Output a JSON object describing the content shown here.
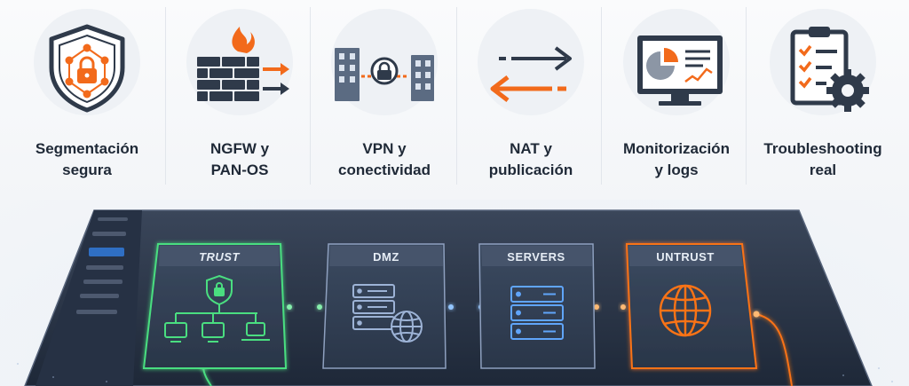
{
  "features": [
    {
      "id": "segmentacion",
      "line1": "Segmentación",
      "line2": "segura",
      "icon": "shield-lock-network-icon"
    },
    {
      "id": "ngfw",
      "line1": "NGFW y",
      "line2": "PAN-OS",
      "icon": "firewall-icon"
    },
    {
      "id": "vpn",
      "line1": "VPN y",
      "line2": "conectividad",
      "icon": "vpn-tunnel-icon"
    },
    {
      "id": "nat",
      "line1": "NAT y",
      "line2": "publicación",
      "icon": "swap-arrows-icon"
    },
    {
      "id": "monitor",
      "line1": "Monitorización",
      "line2": "y logs",
      "icon": "monitor-chart-icon"
    },
    {
      "id": "trouble",
      "line1": "Troubleshooting",
      "line2": "real",
      "icon": "checklist-gear-icon"
    }
  ],
  "zones": [
    {
      "id": "trust",
      "label": "TRUST",
      "color": "#4ade80",
      "icon": "shield-devices-icon"
    },
    {
      "id": "dmz",
      "label": "DMZ",
      "color": "#93a4c3",
      "icon": "server-globe-icon"
    },
    {
      "id": "servers",
      "label": "SERVERS",
      "color": "#60a5fa",
      "icon": "server-rack-icon"
    },
    {
      "id": "untrust",
      "label": "UNTRUST",
      "color": "#f97316",
      "icon": "globe-icon"
    }
  ],
  "colors": {
    "accent": "#f26a1b",
    "dark": "#2f3a4a",
    "board": "#2a3547"
  }
}
